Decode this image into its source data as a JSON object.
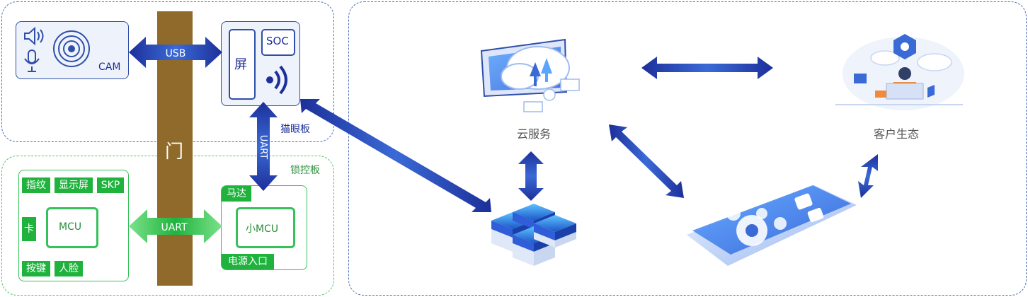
{
  "door_label": "门",
  "peephole_board": {
    "label": "猫眼板",
    "peripherals": {
      "cam_label": "CAM"
    },
    "module": {
      "screen_label": "屏",
      "soc_label": "SOC"
    },
    "usb_link_label": "USB",
    "uart_link_label": "UART"
  },
  "lock_board": {
    "label": "锁控板",
    "mcu_module": {
      "mcu_label": "MCU",
      "tags": [
        "指纹",
        "显示屏",
        "SKP",
        "卡",
        "按键",
        "人脸"
      ]
    },
    "uart_link_label": "UART",
    "small_module": {
      "motor_label": "马达",
      "small_mcu_label": "小MCU",
      "power_label": "电源入口"
    }
  },
  "cloud": {
    "cloud_service_label": "云服务",
    "ecosystem_label": "客户生态"
  },
  "colors": {
    "blue_dark": "#1d2f9a",
    "blue_light": "#3a6ad6",
    "green_dark": "#1fb33e",
    "green_light": "#7be28a",
    "door": "#8f6a2a"
  }
}
